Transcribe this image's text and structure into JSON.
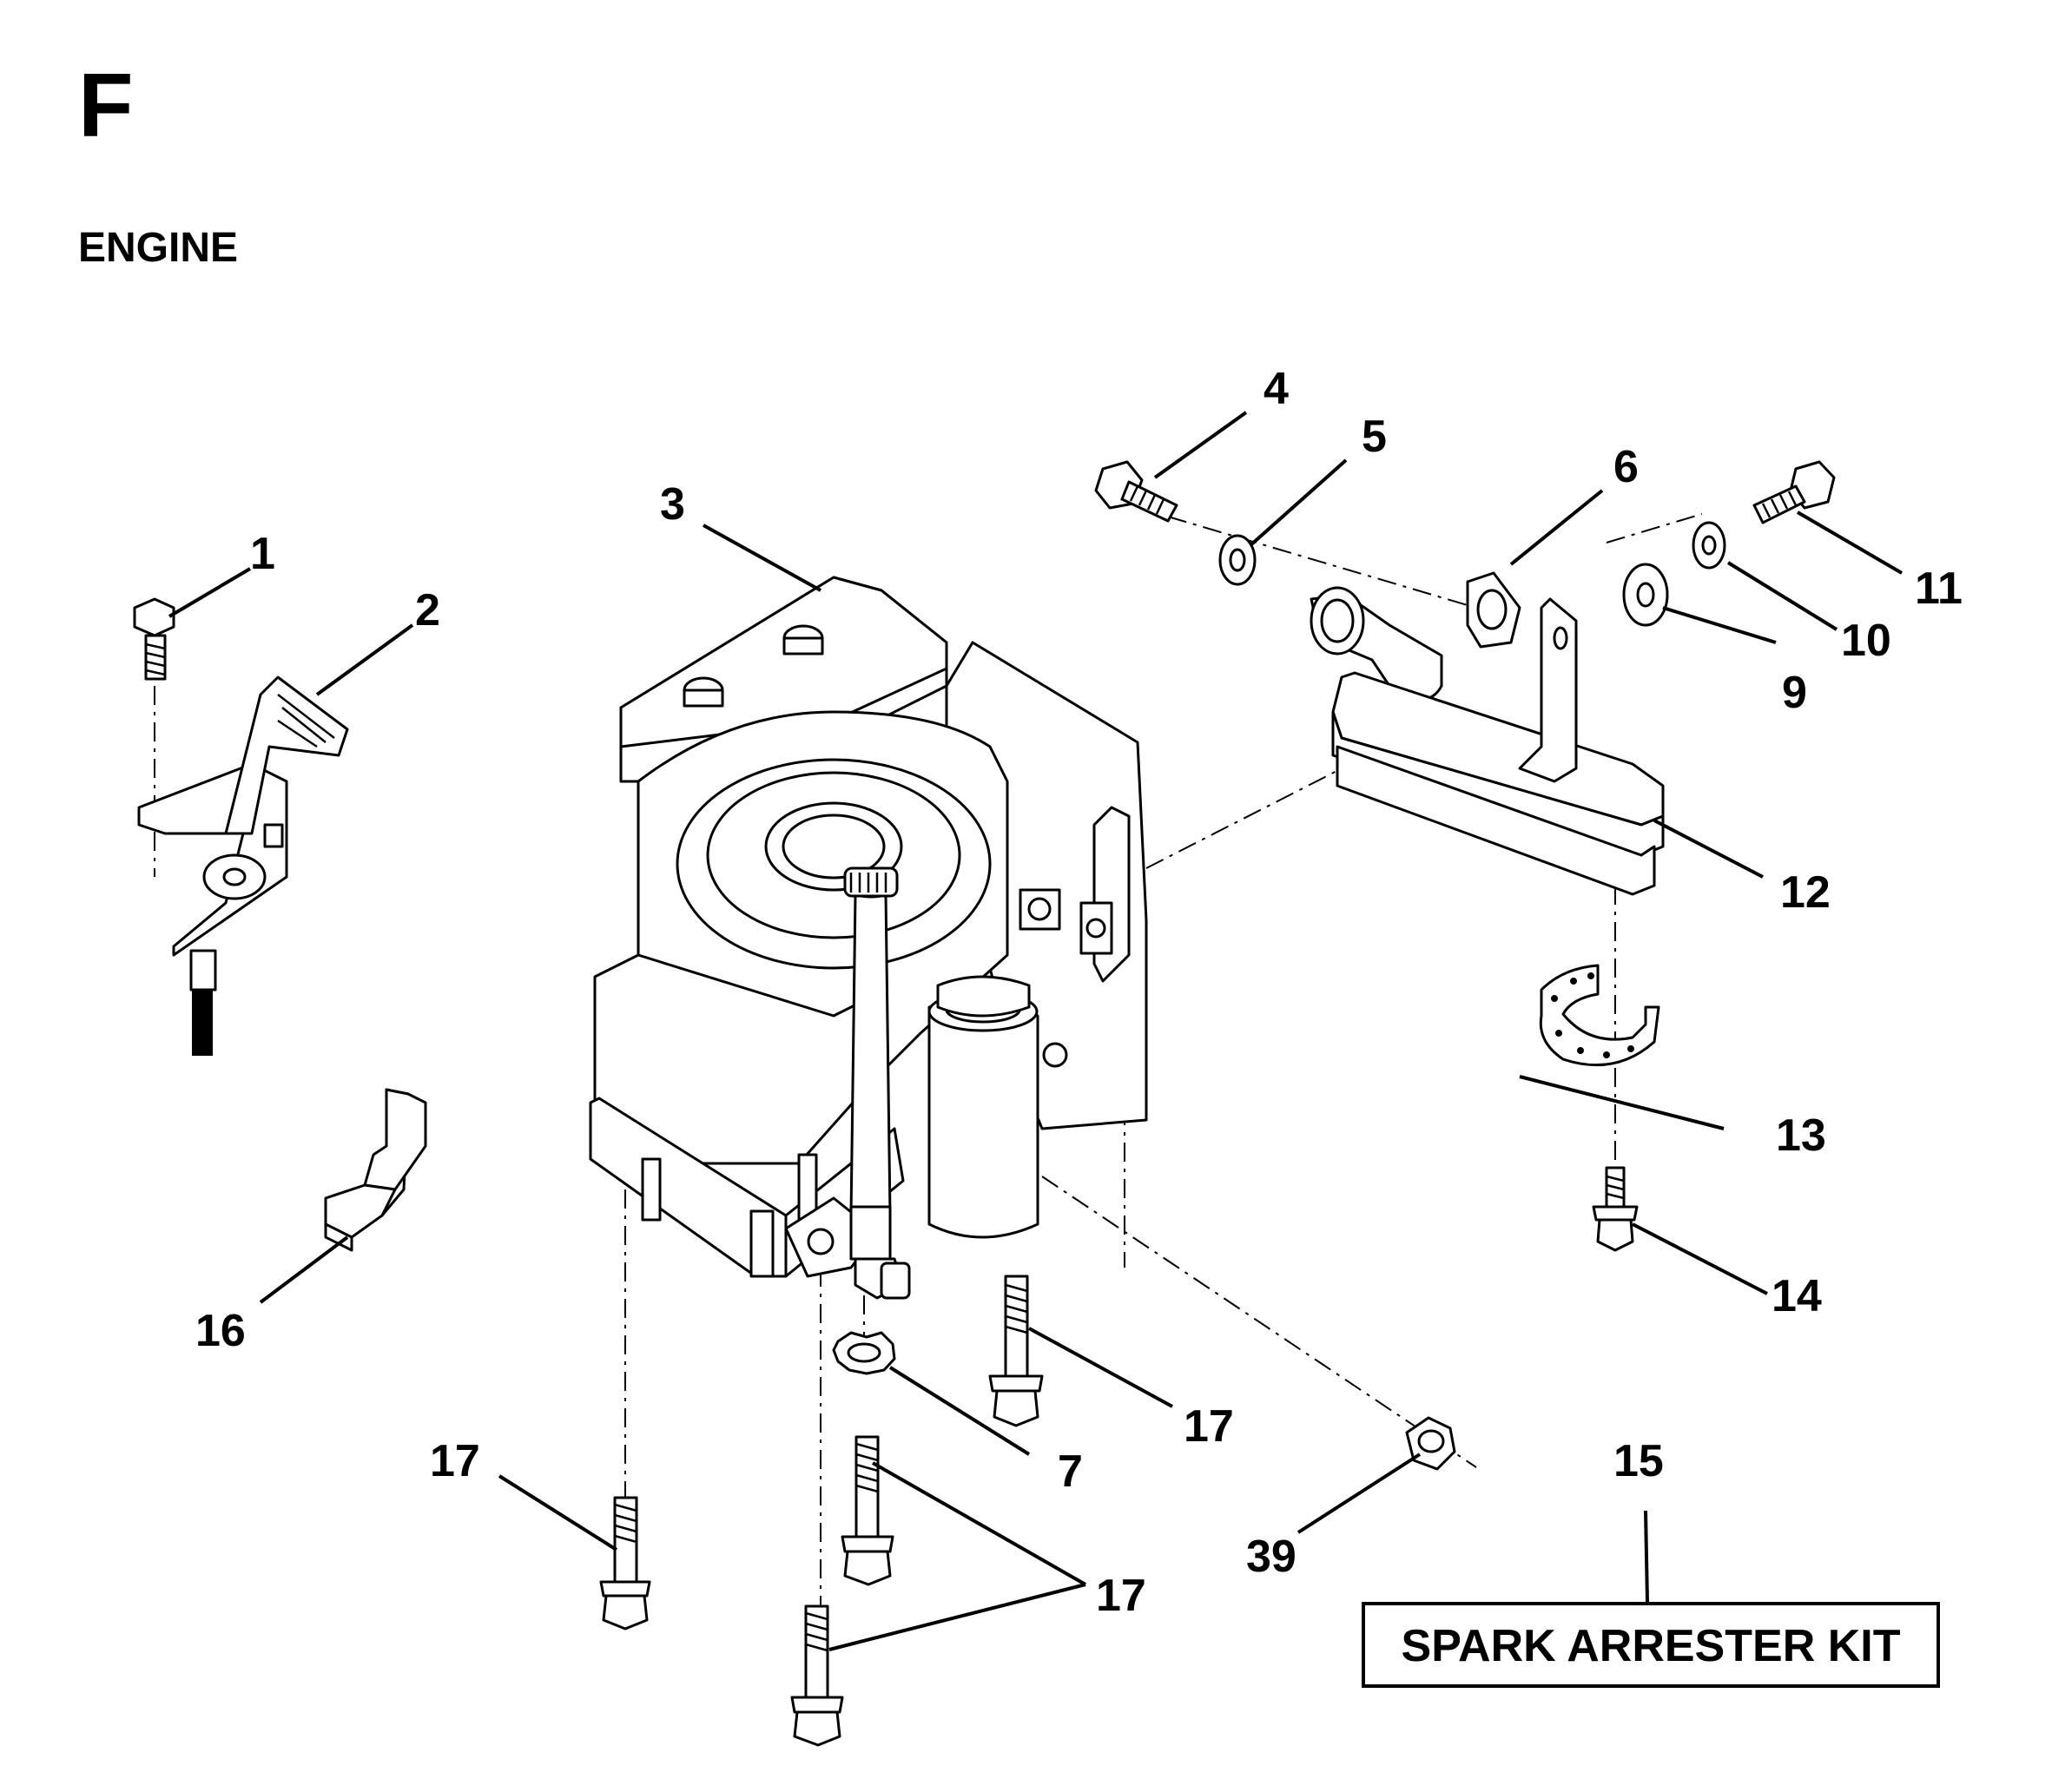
{
  "page": {
    "section_letter": "F",
    "section_title": "ENGINE"
  },
  "callouts": {
    "c1": "1",
    "c2": "2",
    "c3": "3",
    "c4": "4",
    "c5": "5",
    "c6": "6",
    "c7": "7",
    "c9": "9",
    "c10": "10",
    "c11": "11",
    "c12": "12",
    "c13": "13",
    "c14": "14",
    "c15": "15",
    "c16": "16",
    "c17a": "17",
    "c17b": "17",
    "c17c": "17",
    "c39": "39"
  },
  "kit_box": {
    "label": "SPARK ARRESTER KIT"
  }
}
